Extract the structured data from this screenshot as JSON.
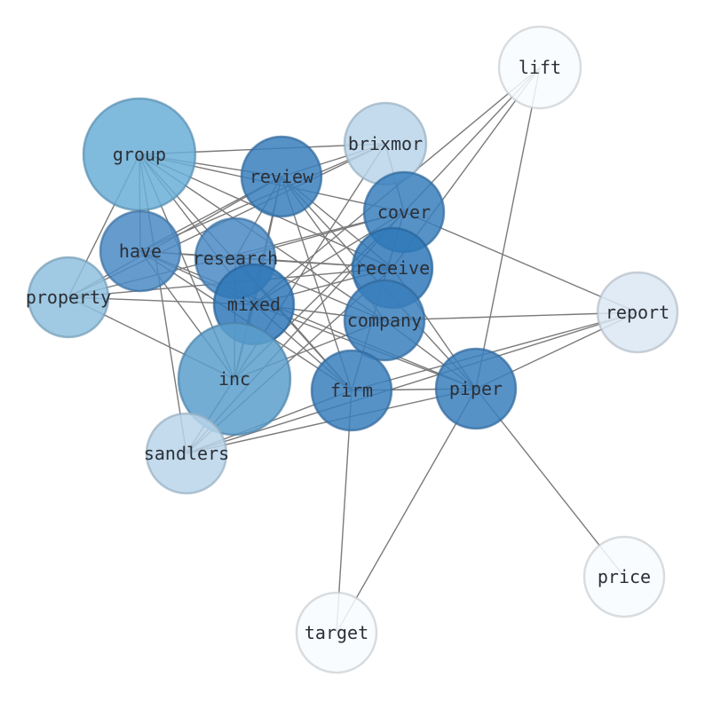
{
  "graph": {
    "nodes": [
      {
        "id": "lift",
        "label": "lift",
        "color": "#f7fbff"
      },
      {
        "id": "brixmor",
        "label": "brixmor",
        "color": "#b9d5ea"
      },
      {
        "id": "group",
        "label": "group",
        "color": "#6aaed6"
      },
      {
        "id": "review",
        "label": "review",
        "color": "#3a7fbd"
      },
      {
        "id": "cover",
        "label": "cover",
        "color": "#3a7fbd"
      },
      {
        "id": "have",
        "label": "have",
        "color": "#4a8ac4"
      },
      {
        "id": "research",
        "label": "research",
        "color": "#4a8ac4"
      },
      {
        "id": "receive",
        "label": "receive",
        "color": "#2f78b9"
      },
      {
        "id": "property",
        "label": "property",
        "color": "#8fc0de"
      },
      {
        "id": "mixed",
        "label": "mixed",
        "color": "#2f78b9"
      },
      {
        "id": "company",
        "label": "company",
        "color": "#3a7fbd"
      },
      {
        "id": "report",
        "label": "report",
        "color": "#dae7f4"
      },
      {
        "id": "inc",
        "label": "inc",
        "color": "#5c9fcd"
      },
      {
        "id": "firm",
        "label": "firm",
        "color": "#3a7fbd"
      },
      {
        "id": "piper",
        "label": "piper",
        "color": "#3a7fbd"
      },
      {
        "id": "sandlers",
        "label": "sandlers",
        "color": "#b9d5ea"
      },
      {
        "id": "price",
        "label": "price",
        "color": "#f7fbff"
      },
      {
        "id": "target",
        "label": "target",
        "color": "#f7fbff"
      }
    ],
    "edges": [
      [
        "lift",
        "cover"
      ],
      [
        "lift",
        "receive"
      ],
      [
        "lift",
        "piper"
      ],
      [
        "lift",
        "mixed"
      ],
      [
        "brixmor",
        "group"
      ],
      [
        "brixmor",
        "review"
      ],
      [
        "brixmor",
        "have"
      ],
      [
        "brixmor",
        "cover"
      ],
      [
        "brixmor",
        "sandlers"
      ],
      [
        "brixmor",
        "property"
      ],
      [
        "group",
        "review"
      ],
      [
        "group",
        "have"
      ],
      [
        "group",
        "property"
      ],
      [
        "group",
        "inc"
      ],
      [
        "group",
        "receive"
      ],
      [
        "group",
        "company"
      ],
      [
        "group",
        "cover"
      ],
      [
        "group",
        "mixed"
      ],
      [
        "group",
        "sandlers"
      ],
      [
        "group",
        "firm"
      ],
      [
        "review",
        "research"
      ],
      [
        "review",
        "have"
      ],
      [
        "review",
        "company"
      ],
      [
        "review",
        "receive"
      ],
      [
        "review",
        "mixed"
      ],
      [
        "review",
        "firm"
      ],
      [
        "review",
        "piper"
      ],
      [
        "review",
        "inc"
      ],
      [
        "review",
        "property"
      ],
      [
        "cover",
        "research"
      ],
      [
        "cover",
        "report"
      ],
      [
        "cover",
        "inc"
      ],
      [
        "cover",
        "sandlers"
      ],
      [
        "cover",
        "firm"
      ],
      [
        "cover",
        "mixed"
      ],
      [
        "have",
        "research"
      ],
      [
        "have",
        "receive"
      ],
      [
        "have",
        "mixed"
      ],
      [
        "have",
        "inc"
      ],
      [
        "have",
        "firm"
      ],
      [
        "have",
        "piper"
      ],
      [
        "research",
        "receive"
      ],
      [
        "research",
        "company"
      ],
      [
        "research",
        "inc"
      ],
      [
        "research",
        "firm"
      ],
      [
        "receive",
        "property"
      ],
      [
        "receive",
        "mixed"
      ],
      [
        "receive",
        "piper"
      ],
      [
        "receive",
        "sandlers"
      ],
      [
        "property",
        "mixed"
      ],
      [
        "property",
        "inc"
      ],
      [
        "property",
        "cover"
      ],
      [
        "mixed",
        "company"
      ],
      [
        "mixed",
        "firm"
      ],
      [
        "mixed",
        "piper"
      ],
      [
        "company",
        "report"
      ],
      [
        "company",
        "inc"
      ],
      [
        "company",
        "piper"
      ],
      [
        "report",
        "piper"
      ],
      [
        "report",
        "firm"
      ],
      [
        "report",
        "sandlers"
      ],
      [
        "firm",
        "piper"
      ],
      [
        "firm",
        "sandlers"
      ],
      [
        "firm",
        "target"
      ],
      [
        "piper",
        "price"
      ],
      [
        "piper",
        "target"
      ],
      [
        "piper",
        "sandlers"
      ],
      [
        "sandlers",
        "inc"
      ],
      [
        "inc",
        "mixed"
      ]
    ]
  }
}
